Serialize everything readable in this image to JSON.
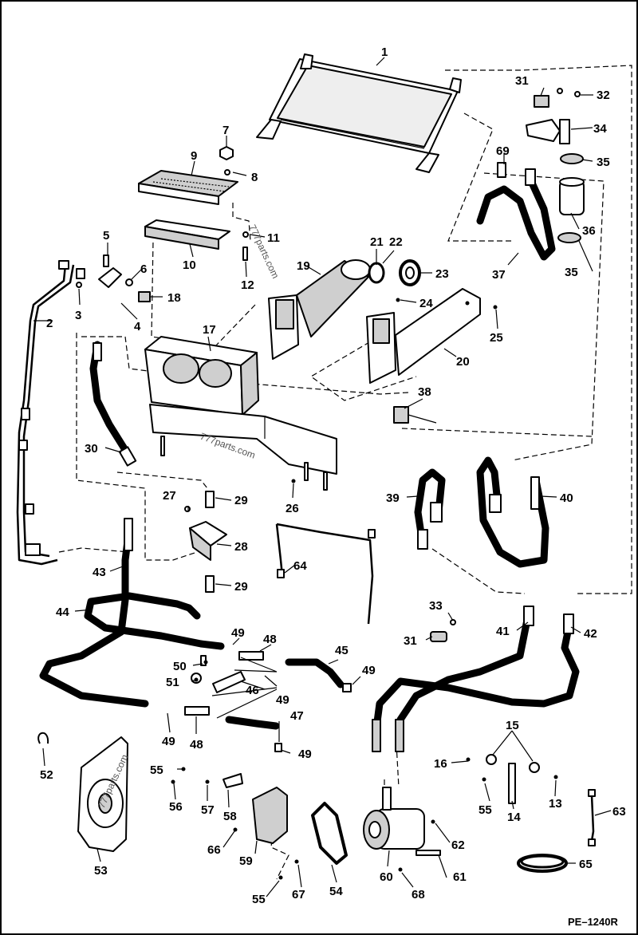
{
  "diagram": {
    "drawing_code": "PE–1240R",
    "watermark": "777parts.com",
    "callouts": {
      "p1": "1",
      "p2": "2",
      "p3": "3",
      "p4": "4",
      "p5": "5",
      "p6": "6",
      "p7": "7",
      "p8": "8",
      "p9": "9",
      "p10": "10",
      "p11": "11",
      "p12": "12",
      "p13": "13",
      "p14": "14",
      "p15": "15",
      "p16": "16",
      "p17": "17",
      "p18": "18",
      "p19": "19",
      "p20": "20",
      "p21": "21",
      "p22": "22",
      "p23": "23",
      "p24": "24",
      "p25": "25",
      "p26": "26",
      "p27": "27",
      "p28": "28",
      "p29": "29",
      "p30": "30",
      "p31": "31",
      "p32": "32",
      "p33": "33",
      "p34": "34",
      "p35": "35",
      "p36": "36",
      "p37": "37",
      "p38": "38",
      "p39": "39",
      "p40": "40",
      "p41": "41",
      "p42": "42",
      "p43": "43",
      "p44": "44",
      "p45": "45",
      "p46": "46",
      "p47": "47",
      "p48": "48",
      "p49": "49",
      "p50": "50",
      "p51": "51",
      "p52": "52",
      "p53": "53",
      "p54": "54",
      "p55": "55",
      "p56": "56",
      "p57": "57",
      "p58": "58",
      "p59": "59",
      "p60": "60",
      "p61": "61",
      "p62": "62",
      "p63": "63",
      "p64": "64",
      "p65": "65",
      "p66": "66",
      "p67": "67",
      "p68": "68",
      "p69": "69"
    }
  }
}
